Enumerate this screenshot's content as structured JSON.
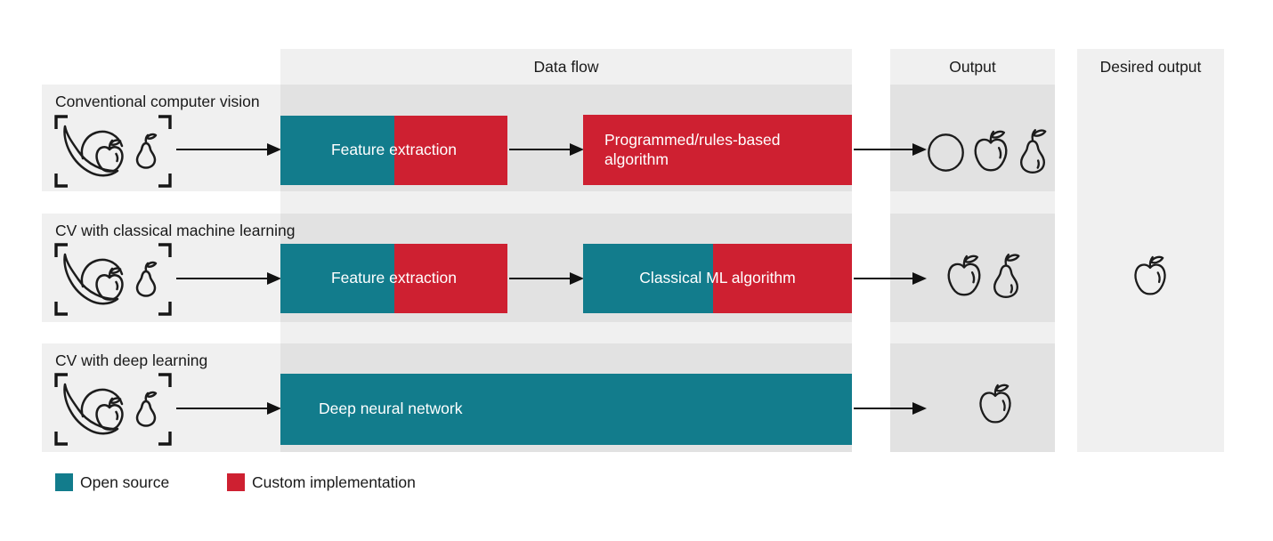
{
  "palette": {
    "teal": "#127c8c",
    "red": "#ce2031",
    "ink": "#1a1a1a",
    "band": "#efefef",
    "band_overlap": "#e1e1e1",
    "box_text": "#ffffff"
  },
  "columns": {
    "data_flow": "Data flow",
    "output": "Output",
    "desired_output": "Desired output"
  },
  "rows": [
    {
      "label": "Conventional computer vision",
      "input_icon": "framed-fruits",
      "steps": [
        {
          "label": "Feature extraction",
          "segments": [
            "open-source",
            "custom"
          ]
        },
        {
          "label": "Programmed/rules-based algorithm",
          "segments": [
            "custom"
          ]
        }
      ],
      "outputs": [
        "orange",
        "apple",
        "pear"
      ]
    },
    {
      "label": "CV with classical machine learning",
      "input_icon": "framed-fruits",
      "steps": [
        {
          "label": "Feature extraction",
          "segments": [
            "open-source",
            "custom"
          ]
        },
        {
          "label": "Classical ML algorithm",
          "segments": [
            "open-source",
            "custom"
          ]
        }
      ],
      "outputs": [
        "apple",
        "pear"
      ],
      "desired_outputs": [
        "apple"
      ]
    },
    {
      "label": "CV with deep learning",
      "input_icon": "framed-fruits",
      "steps": [
        {
          "label": "Deep neural network",
          "segments": [
            "open-source"
          ]
        }
      ],
      "outputs": [
        "apple"
      ]
    }
  ],
  "legend": [
    {
      "label": "Open source",
      "color_key": "teal"
    },
    {
      "label": "Custom implementation",
      "color_key": "red"
    }
  ]
}
